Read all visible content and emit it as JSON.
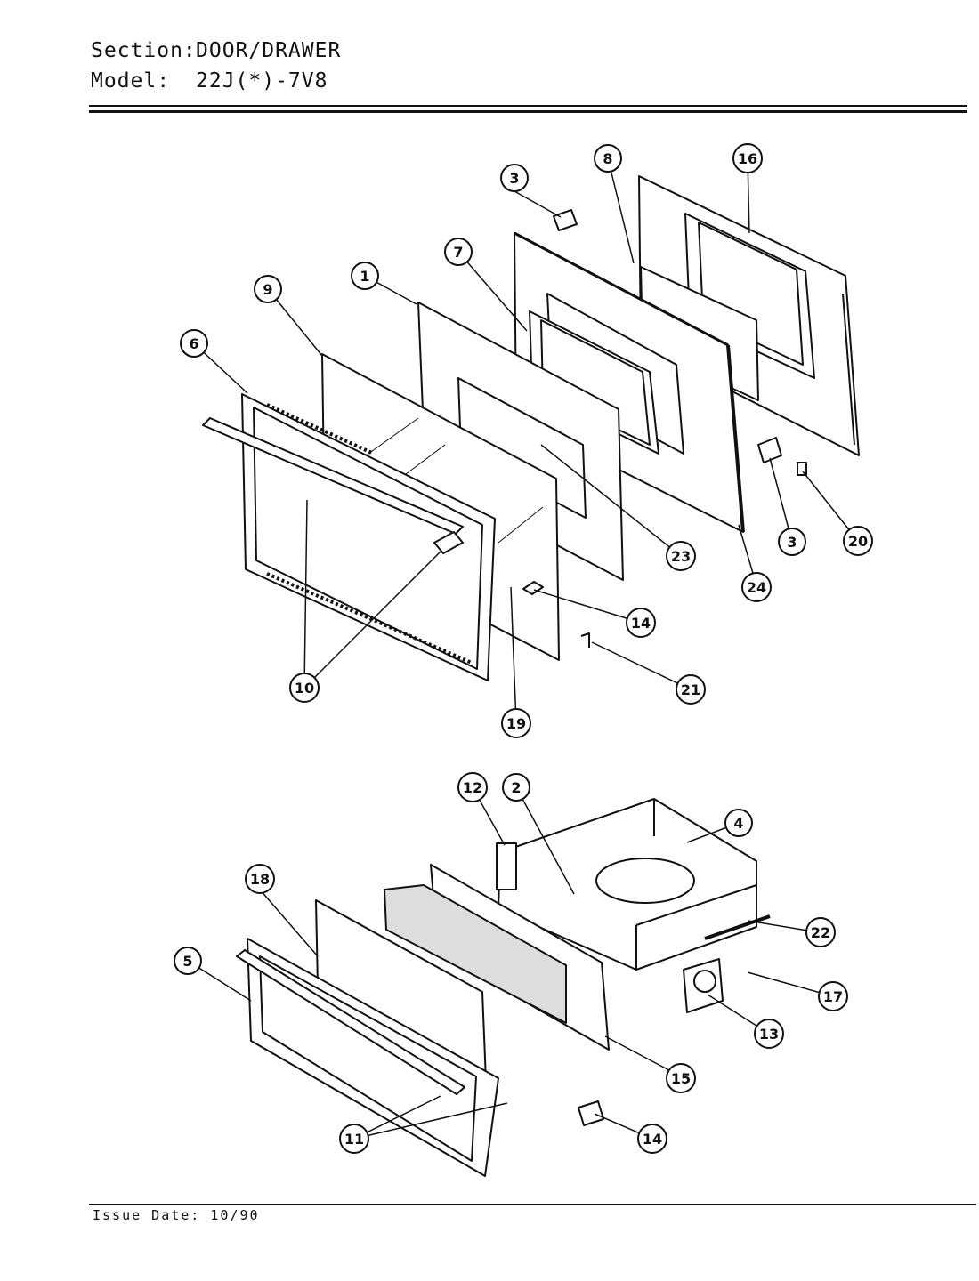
{
  "header": {
    "section_label": "Section:",
    "section_value": "DOOR/DRAWER",
    "model_label": "Model:",
    "model_value": "22J(*)-7V8"
  },
  "callouts": {
    "c1": "1",
    "c2": "2",
    "c3a": "3",
    "c3b": "3",
    "c4": "4",
    "c5": "5",
    "c6": "6",
    "c7": "7",
    "c8": "8",
    "c9": "9",
    "c10": "10",
    "c11": "11",
    "c12": "12",
    "c13": "13",
    "c14a": "14",
    "c14b": "14",
    "c15": "15",
    "c16": "16",
    "c17": "17",
    "c18": "18",
    "c19": "19",
    "c20": "20",
    "c21": "21",
    "c22": "22",
    "c23": "23",
    "c24": "24"
  },
  "footer": {
    "issue_date": "Issue Date: 10/90"
  }
}
